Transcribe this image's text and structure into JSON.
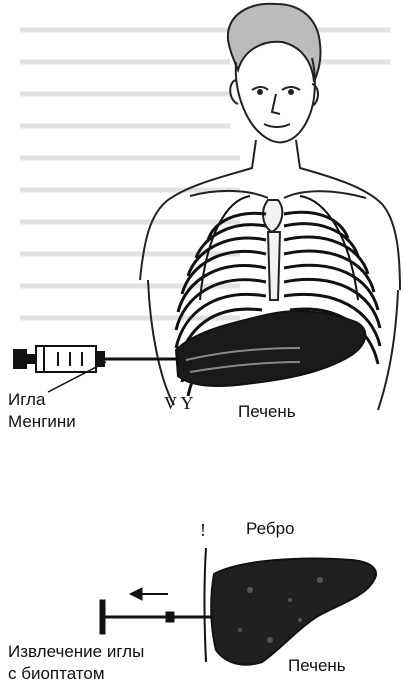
{
  "top_figure": {
    "needle_label_line1": "Игла",
    "needle_label_line2": "Менгини",
    "rib_marks": "V Y",
    "liver_label": "Печень"
  },
  "bottom_figure": {
    "mark": "!",
    "rib_label": "Ребро",
    "action_label_line1": "Извлечение иглы",
    "action_label_line2": "с биоптатом",
    "liver_label": "Печень"
  }
}
